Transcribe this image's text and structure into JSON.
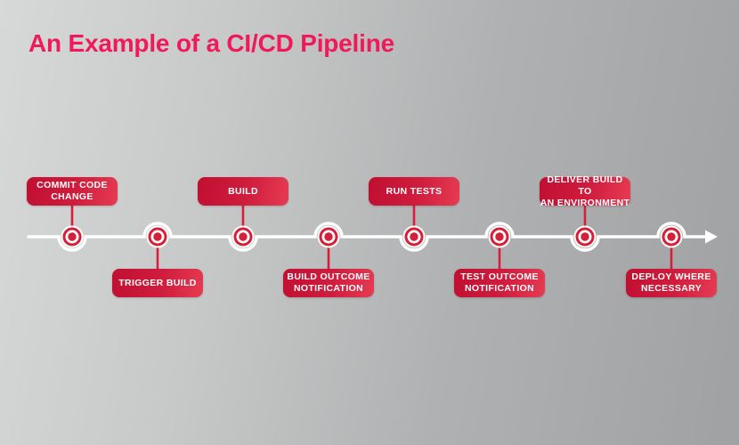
{
  "header": {
    "title": "An Example of a CI/CD Pipeline"
  },
  "timeline": {
    "nodes": [
      {
        "label": "COMMIT CODE\nCHANGE",
        "position": "above"
      },
      {
        "label": "TRIGGER BUILD",
        "position": "below"
      },
      {
        "label": "BUILD",
        "position": "above"
      },
      {
        "label": "BUILD OUTCOME\nNOTIFICATION",
        "position": "below"
      },
      {
        "label": "RUN TESTS",
        "position": "above"
      },
      {
        "label": "TEST OUTCOME\nNOTIFICATION",
        "position": "below"
      },
      {
        "label": "DELIVER BUILD TO\nAN ENVIRONMENT",
        "position": "above"
      },
      {
        "label": "DEPLOY WHERE\nNECESSARY",
        "position": "below"
      }
    ]
  },
  "colors": {
    "title_pink": "#f0195a",
    "box_red_dark": "#c00f31",
    "box_red_light": "#e63b52",
    "node_red": "#d62039",
    "line_white": "#ffffff",
    "background_light": "#d7d9d8",
    "background_dark": "#a0a1a3"
  }
}
